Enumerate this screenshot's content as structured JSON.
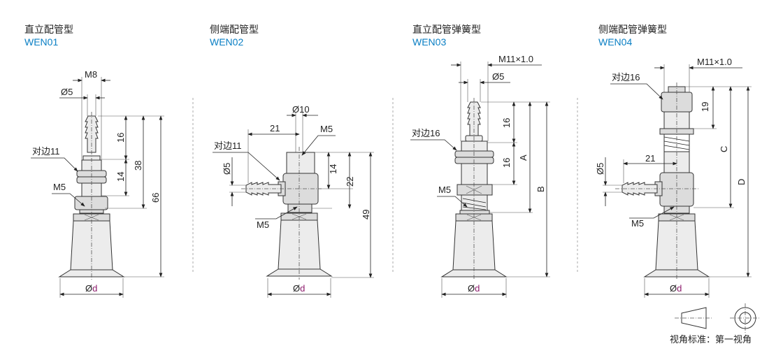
{
  "panels": [
    {
      "title": "直立配管型",
      "code": "WEN01",
      "labels": {
        "m8": "M8",
        "phi5": "Ø5",
        "hex": "对边11",
        "m5": "M5",
        "d16": "16",
        "d14": "14",
        "d38": "38",
        "d66": "66",
        "phid_prefix": "Ø",
        "phid_var": "d"
      }
    },
    {
      "title": "侧端配管型",
      "code": "WEN02",
      "labels": {
        "phi10": "Ø10",
        "d21": "21",
        "m5top": "M5",
        "hex": "对边11",
        "phi5": "Ø5",
        "d14": "14",
        "d22": "22",
        "d49": "49",
        "m5": "M5",
        "phid_prefix": "Ø",
        "phid_var": "d"
      }
    },
    {
      "title": "直立配管弹簧型",
      "code": "WEN03",
      "labels": {
        "thread": "M11×1.0",
        "phi5": "Ø5",
        "hex": "对边16",
        "d16a": "16",
        "d16b": "16",
        "A": "A",
        "B": "B",
        "m5": "M5",
        "phid_prefix": "Ø",
        "phid_var": "d"
      }
    },
    {
      "title": "侧端配管弹簧型",
      "code": "WEN04",
      "labels": {
        "thread": "M11×1.0",
        "hex": "对边16",
        "d19": "19",
        "C": "C",
        "D": "D",
        "d21": "21",
        "phi5": "Ø5",
        "m5": "M5",
        "phid_prefix": "Ø",
        "phid_var": "d"
      }
    }
  ],
  "projection": {
    "label": "视角标准：第一视角",
    "icon": "first-angle-projection-symbol"
  },
  "colors": {
    "code": "#0a7fc4",
    "variable": "#8b1a6b"
  }
}
